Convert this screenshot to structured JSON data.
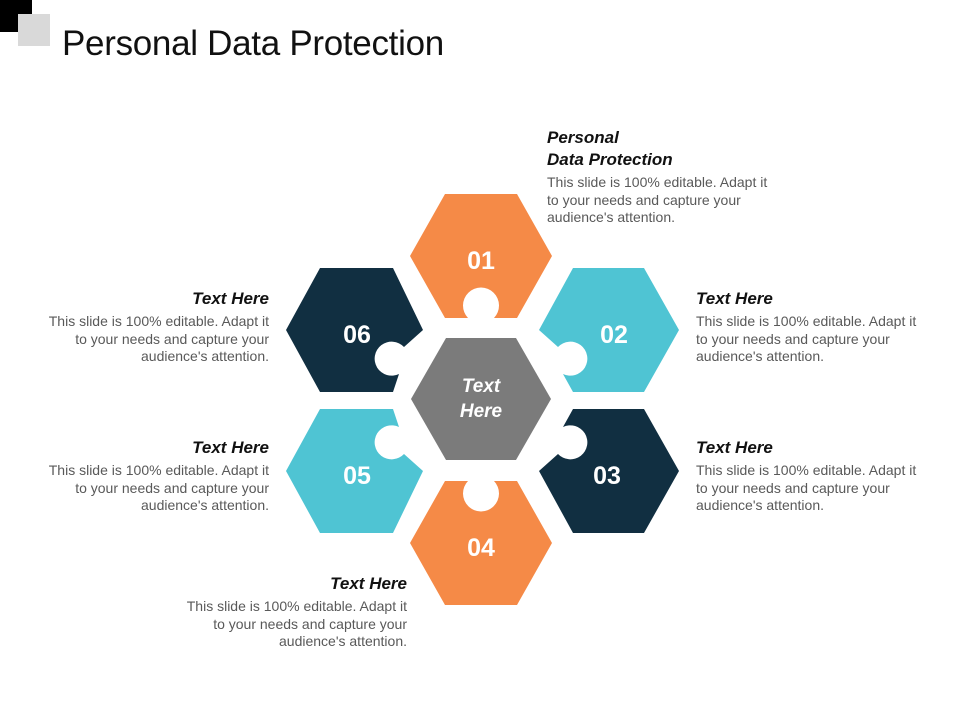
{
  "title": "Personal Data Protection",
  "colors": {
    "orange": "#f58a47",
    "teal": "#4fc4d3",
    "navy": "#112f41",
    "gray": "#7b7b7b"
  },
  "center": {
    "line1": "Text",
    "line2": "Here"
  },
  "pieces": [
    {
      "number": "01",
      "color": "orange"
    },
    {
      "number": "02",
      "color": "teal"
    },
    {
      "number": "03",
      "color": "navy"
    },
    {
      "number": "04",
      "color": "orange"
    },
    {
      "number": "05",
      "color": "teal"
    },
    {
      "number": "06",
      "color": "navy"
    }
  ],
  "blocks": [
    {
      "title_line1": "Personal",
      "title_line2": "Data Protection",
      "body": "This slide is 100% editable. Adapt it to your needs and capture your audience's attention."
    },
    {
      "title": "Text Here",
      "body": "This slide is 100% editable. Adapt it to your needs and capture your audience's attention."
    },
    {
      "title": "Text Here",
      "body": "This slide is 100% editable. Adapt it to your needs and capture your audience's attention."
    },
    {
      "title": "Text Here",
      "body": "This slide is 100% editable. Adapt it to your needs and capture your audience's attention."
    },
    {
      "title": "Text Here",
      "body": "This slide is 100% editable. Adapt it to your needs and capture your audience's attention."
    },
    {
      "title": "Text Here",
      "body": "This slide is 100% editable. Adapt it to your needs and capture your audience's attention."
    }
  ]
}
